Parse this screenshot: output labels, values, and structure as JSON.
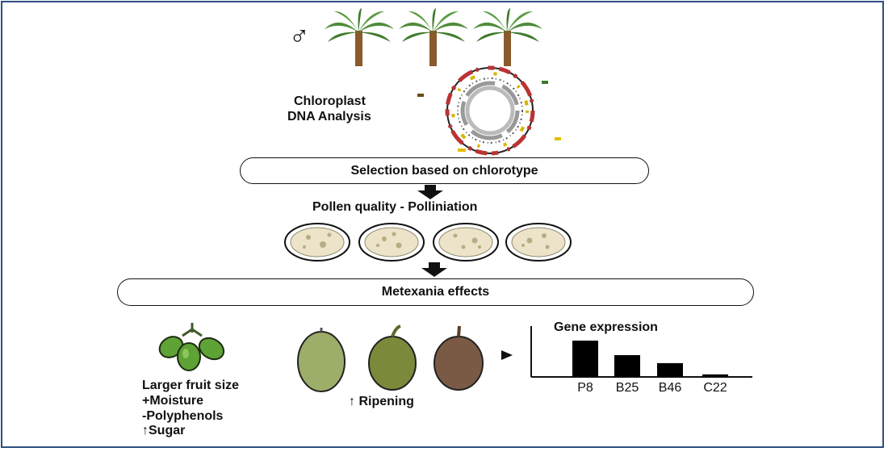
{
  "male_symbol": "♂",
  "chloroplast_label": {
    "line1": "Chloroplast",
    "line2": "DNA Analysis"
  },
  "selection_step": "Selection based on chlorotype",
  "pollen_step": "Pollen quality - Polliniation",
  "metexania_step": "Metexania effects",
  "fruit_effects": [
    "Larger fruit size",
    "+Moisture",
    "-Polyphenols",
    "↑Sugar"
  ],
  "ripening_label": "↑ Ripening",
  "colors": {
    "palm_leaf": "#4f8c3a",
    "palm_trunk": "#8a5a2b",
    "fruit_green": "#5fa236",
    "fruit_light": "#9dad6a",
    "fruit_olive": "#7b8a3a",
    "fruit_brown": "#7a5a45",
    "pollen_dish": "#ede3c8",
    "border": "#2f4f80"
  },
  "chart_data": {
    "type": "bar",
    "title": "Gene expression",
    "categories": [
      "P8",
      "B25",
      "B46",
      "C22"
    ],
    "values": [
      1.0,
      0.6,
      0.38,
      0.07
    ],
    "xlabel": "",
    "ylabel": "",
    "ylim": [
      0,
      1.1
    ],
    "grid": false
  }
}
